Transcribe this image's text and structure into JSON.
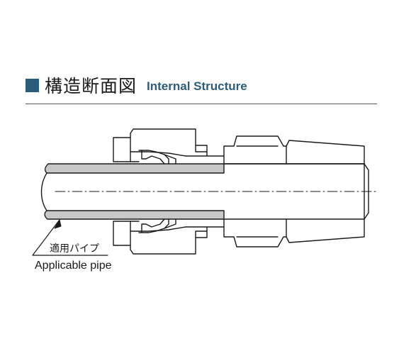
{
  "header": {
    "title_jp": "構造断面図",
    "title_en": "Internal Structure",
    "accent_color": "#2b5c7b"
  },
  "callout": {
    "label_jp": "適用パイプ",
    "label_en": "Applicable pipe"
  },
  "colors": {
    "pipe_wall": "#c8c8c8",
    "outline": "#1a1a1a"
  }
}
